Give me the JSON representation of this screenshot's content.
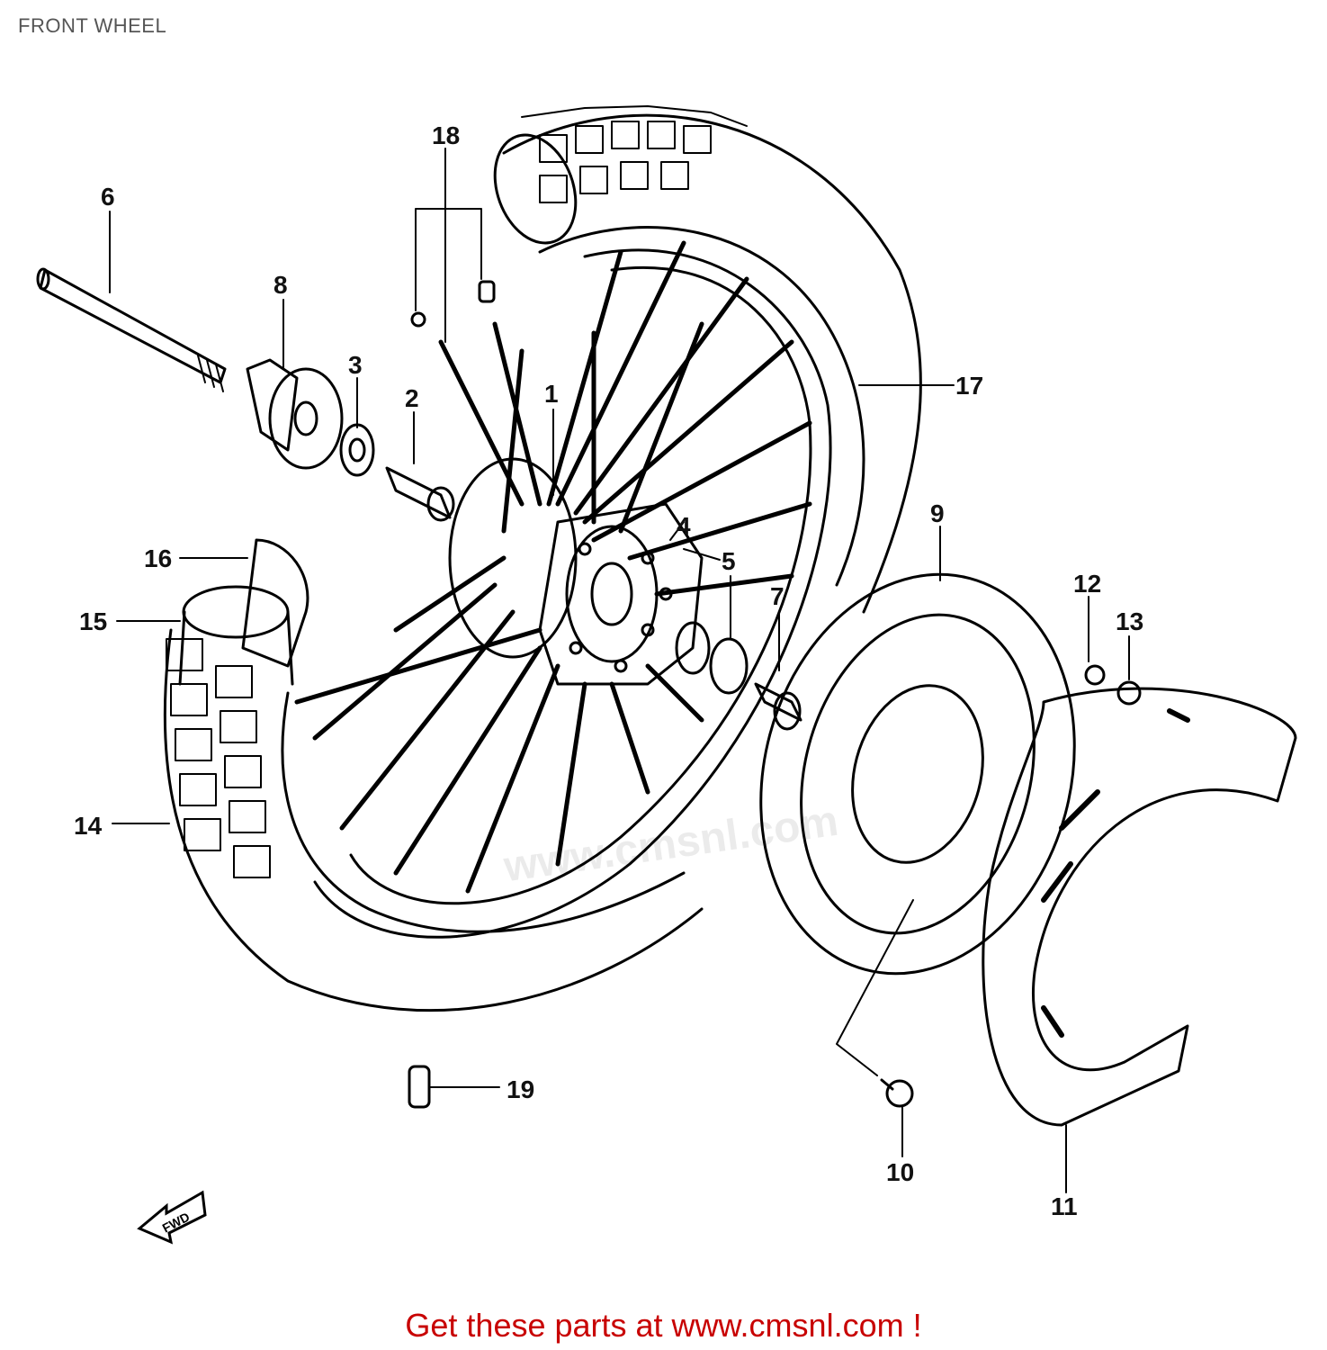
{
  "title": "FRONT WHEEL",
  "footer": "Get these parts at www.cmsnl.com !",
  "watermark": "www.cmsnl.com",
  "arrow_text": "FWD",
  "callouts": [
    "1",
    "2",
    "3",
    "4",
    "5",
    "6",
    "7",
    "8",
    "9",
    "10",
    "11",
    "12",
    "13",
    "14",
    "15",
    "16",
    "17",
    "18",
    "19"
  ],
  "colors": {
    "line": "#000000",
    "footer": "#c80000",
    "title": "#555555"
  }
}
